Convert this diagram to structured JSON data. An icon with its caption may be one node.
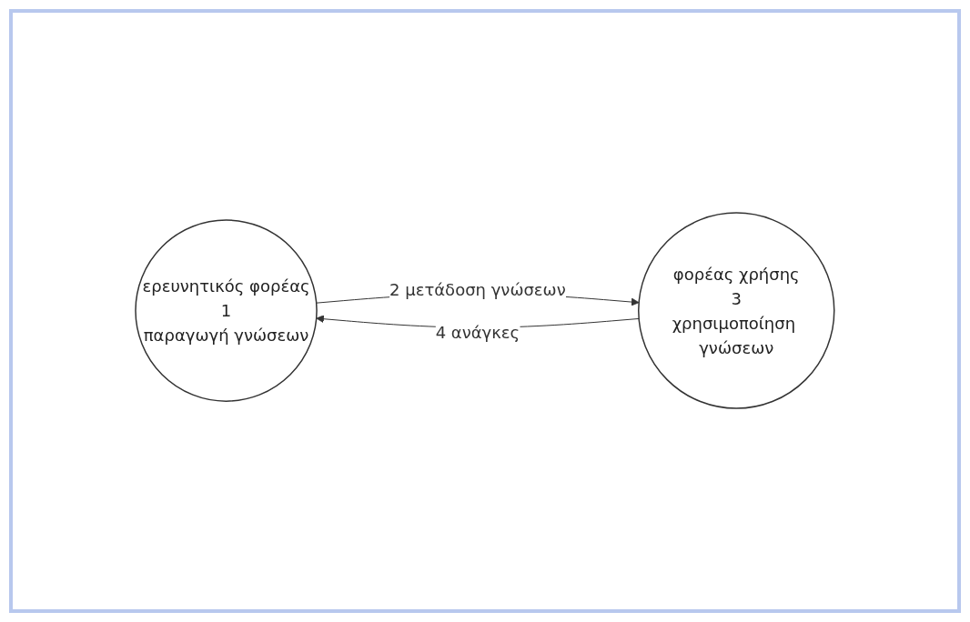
{
  "diagram": {
    "nodes": [
      {
        "text": [
          "ερευνητικός φορέας",
          "1",
          "παραγωγή γνώσεων"
        ]
      },
      {
        "text": [
          "φορέας χρήσης",
          "3",
          "χρησιμοποίηση γνώσεων"
        ]
      }
    ],
    "edges": [
      {
        "from": 0,
        "to": 1,
        "arrow": "to",
        "label": "2 μετάδοση γνώσεων"
      },
      {
        "from": 1,
        "to": 0,
        "arrow": "to",
        "label": "4 ανάγκες"
      }
    ]
  }
}
